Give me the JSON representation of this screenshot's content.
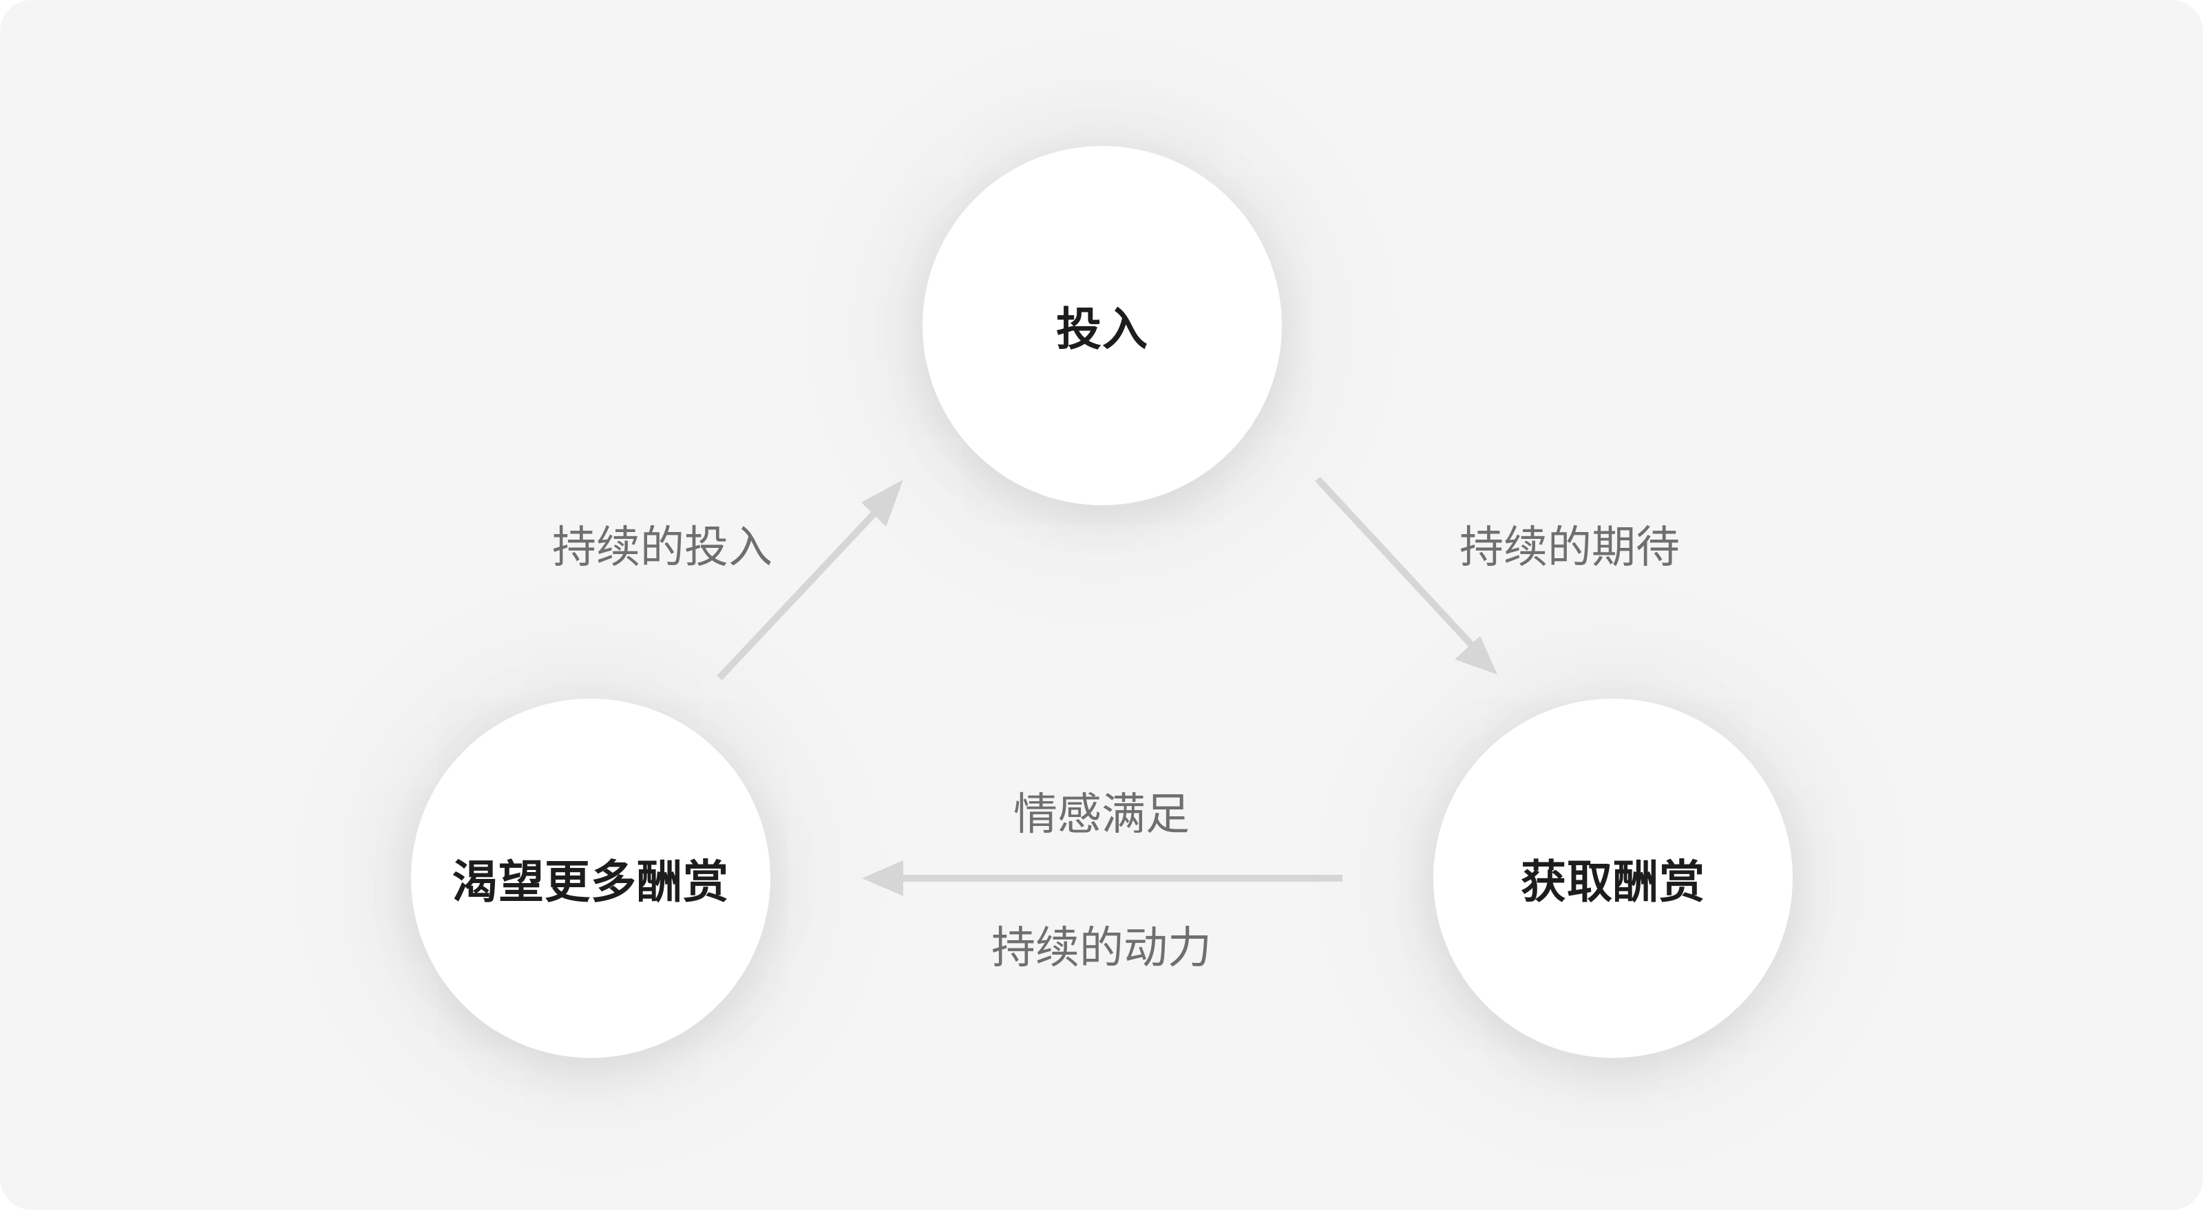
{
  "nodes": {
    "top": "投入",
    "right": "获取酬赏",
    "left": "渴望更多酬赏"
  },
  "edges": {
    "left_to_top": "持续的投入",
    "top_to_right": "持续的期待",
    "right_to_left_top": "情感满足",
    "right_to_left_bottom": "持续的动力"
  },
  "colors": {
    "background": "#f5f5f5",
    "node_fill": "#ffffff",
    "arrow": "#d6d6d6",
    "node_text": "#1d1d1d",
    "edge_text": "#6f6f6f"
  }
}
